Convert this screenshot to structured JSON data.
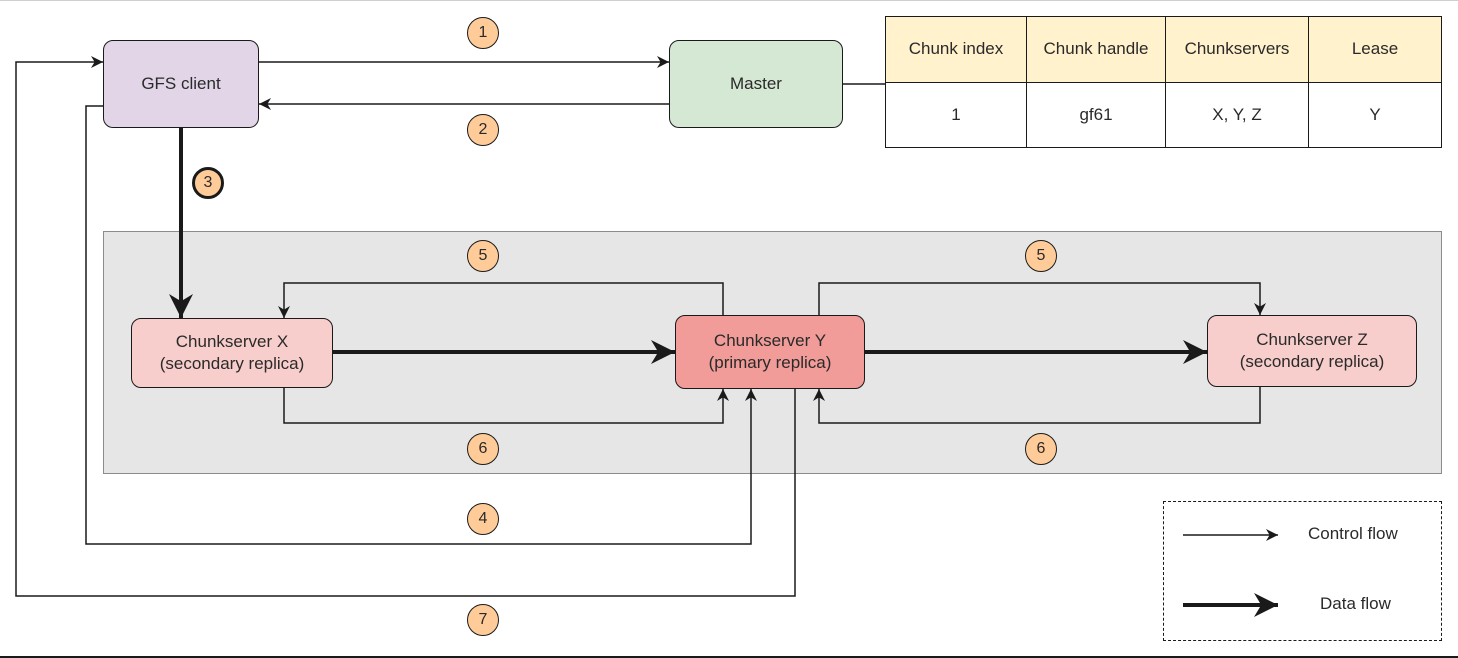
{
  "nodes": {
    "gfs_client": "GFS client",
    "master": "Master",
    "chunkserver_x": [
      "Chunkserver X",
      "(secondary replica)"
    ],
    "chunkserver_y": [
      "Chunkserver Y",
      "(primary replica)"
    ],
    "chunkserver_z": [
      "Chunkserver Z",
      "(secondary replica)"
    ]
  },
  "steps": {
    "s1": "1",
    "s2": "2",
    "s3": "3",
    "s4": "4",
    "s5": "5",
    "s6": "6",
    "s7": "7"
  },
  "table": {
    "headers": [
      "Chunk index",
      "Chunk handle",
      "Chunkservers",
      "Lease"
    ],
    "rows": [
      [
        "1",
        "gf61",
        "X, Y, Z",
        "Y"
      ]
    ]
  },
  "legend": {
    "control": "Control flow",
    "data": "Data flow"
  },
  "colors": {
    "client": "#e1d5e7",
    "master": "#d5e8d4",
    "secondary": "#f8cecc",
    "primary": "#f19c99",
    "step": "#ffcc99",
    "table_header": "#fff2cc",
    "group": "#e6e6e6"
  }
}
